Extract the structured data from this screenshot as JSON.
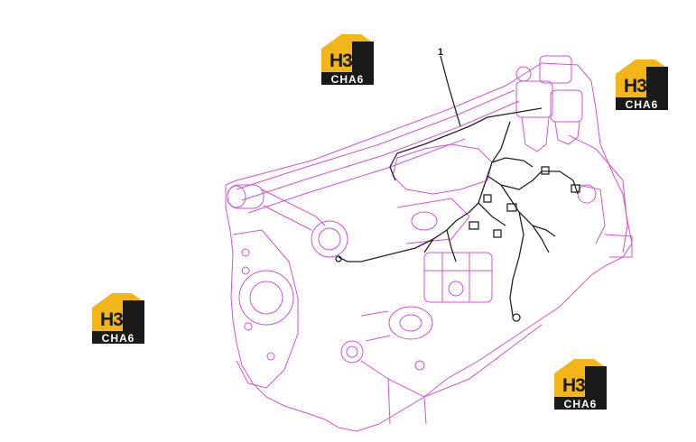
{
  "diagram": {
    "callout_number": "1",
    "line_color": "#d64fd6",
    "wire_color": "#222222"
  },
  "logos": [
    {
      "mark": "H3",
      "caption": "CHA6",
      "color": "#f2b51a"
    },
    {
      "mark": "H3",
      "caption": "CHA6",
      "color": "#f2b51a"
    },
    {
      "mark": "H3",
      "caption": "CHA6",
      "color": "#f2b51a"
    },
    {
      "mark": "H3",
      "caption": "CHA6",
      "color": "#f2b51a"
    }
  ]
}
